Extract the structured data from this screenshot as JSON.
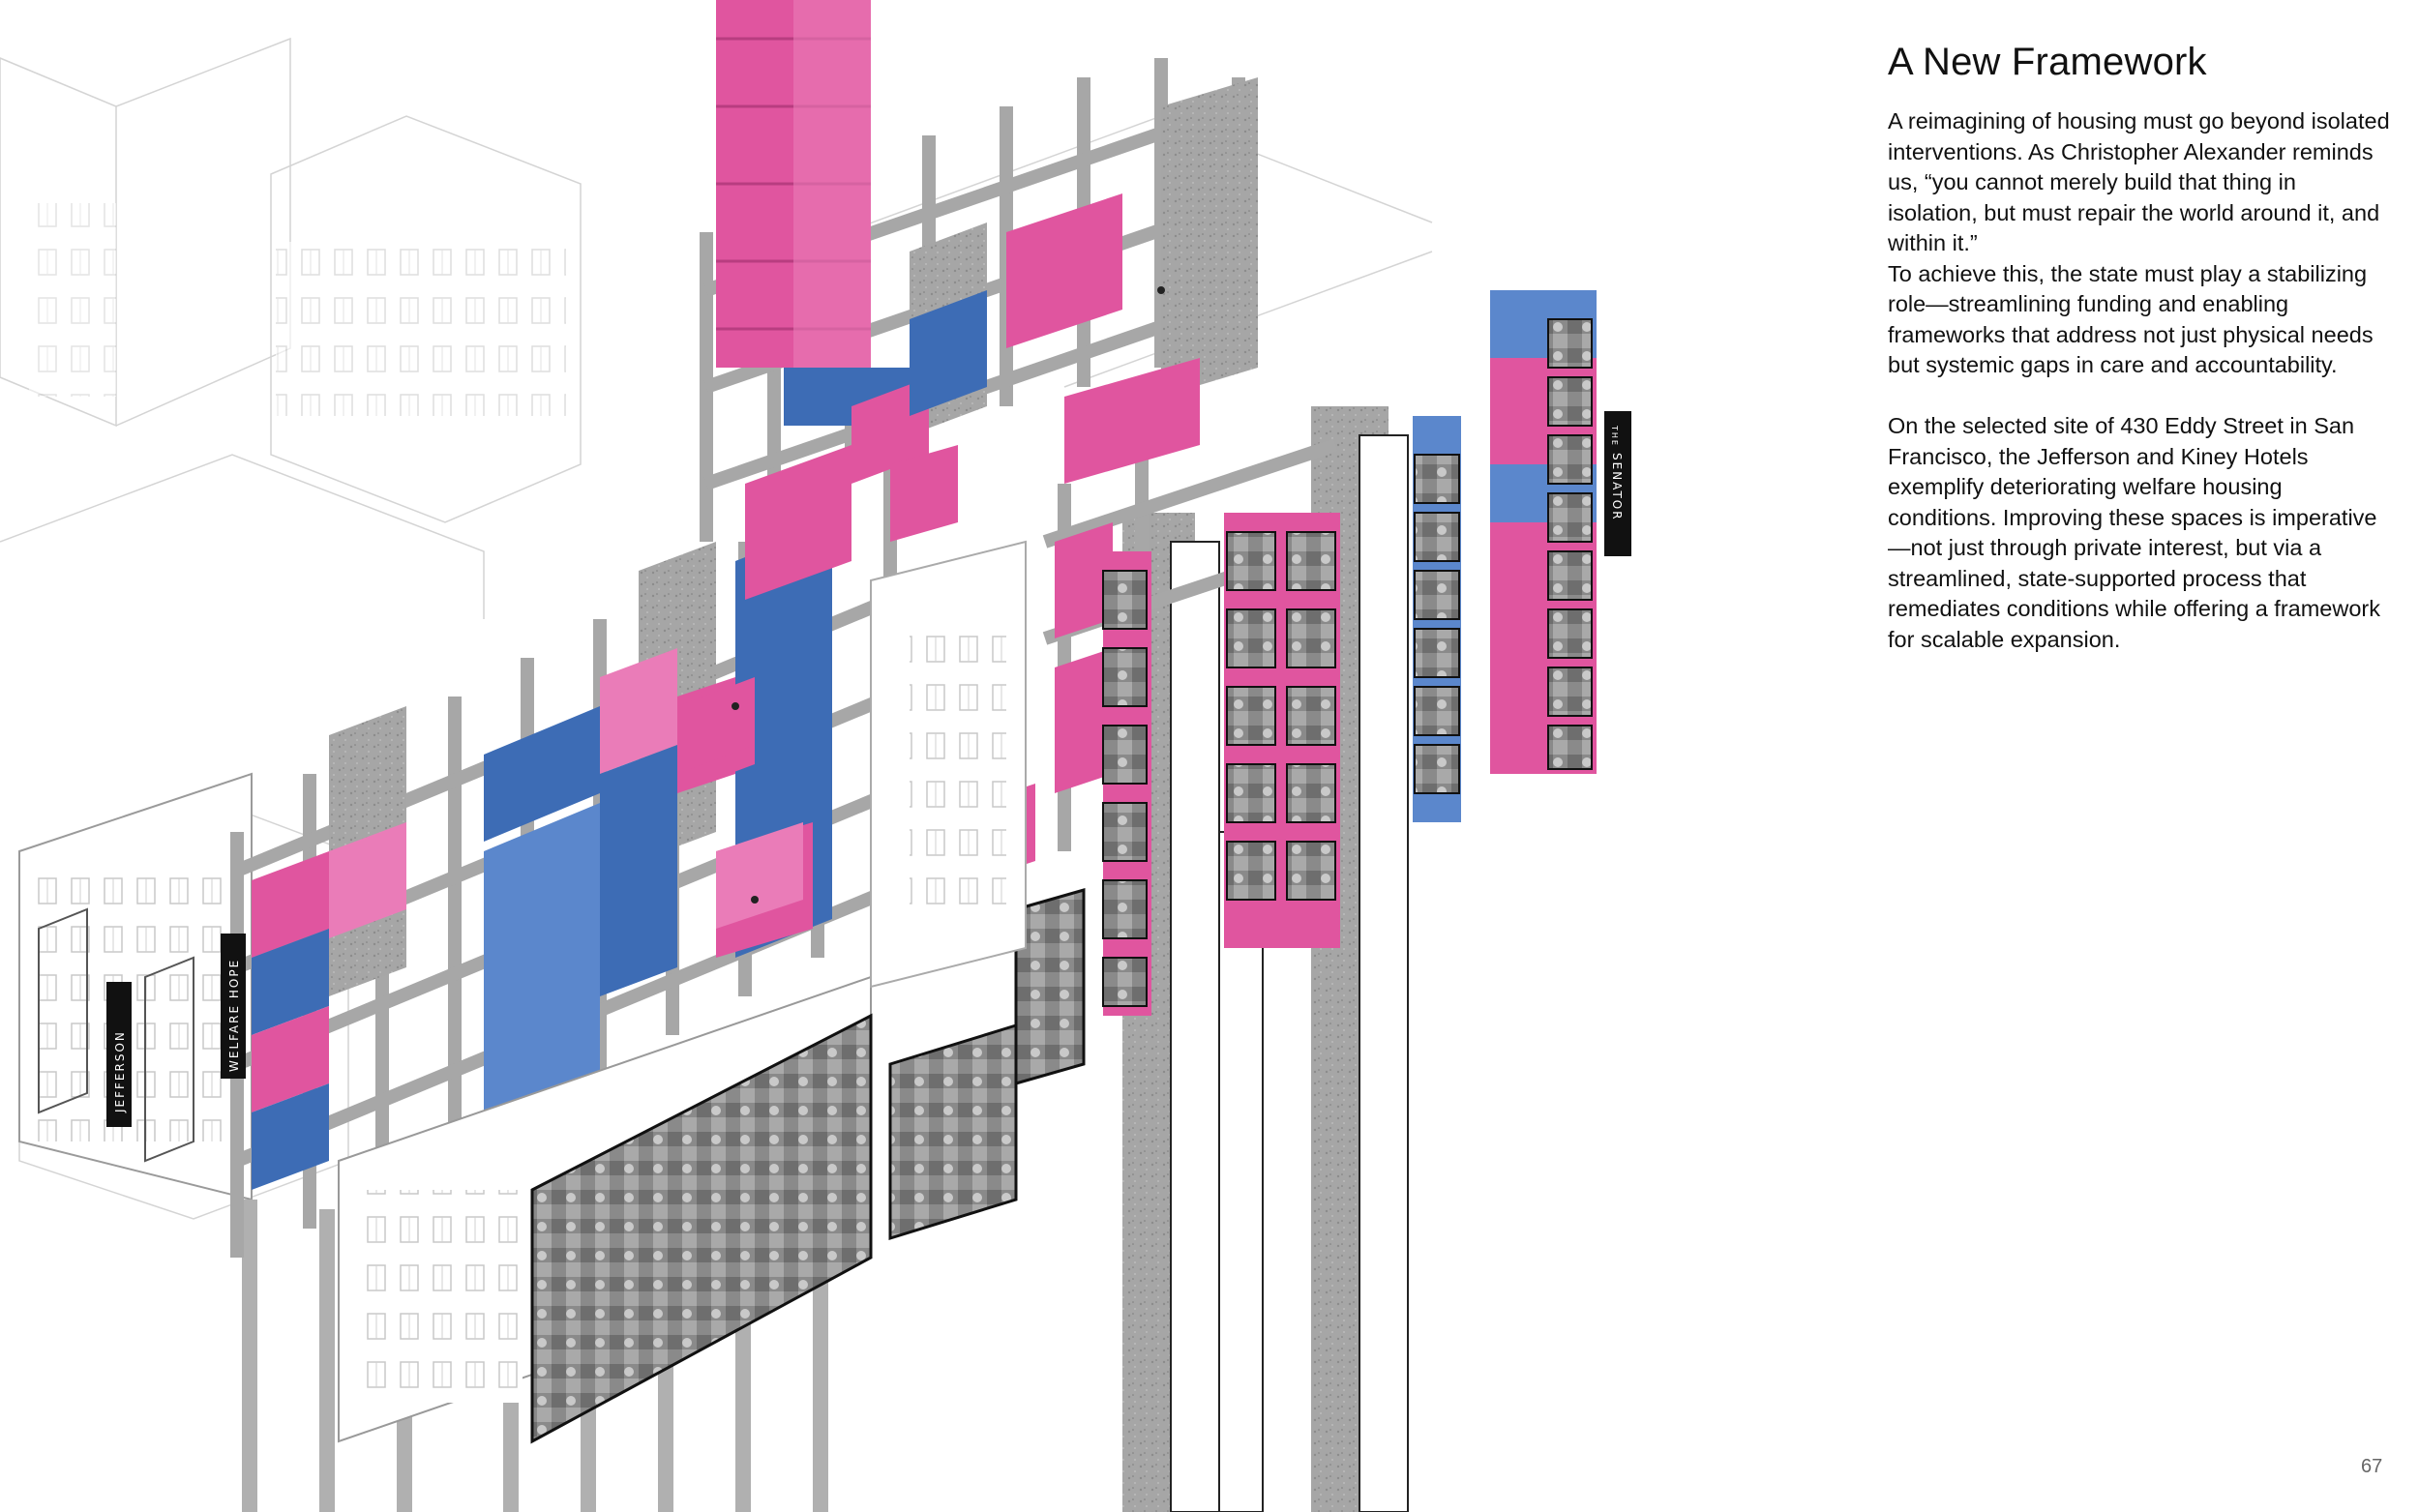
{
  "text_panel": {
    "title": "A New Framework",
    "paragraph_1": "A reimagining of housing must go beyond isolated interventions. As Christopher Alexander reminds us, “you cannot merely build that thing in isolation, but must repair the world around it, and within it.”",
    "paragraph_2": " To achieve this, the state must play a stabilizing role—streamlining funding and enabling frameworks that address not just physical needs but systemic gaps in care and accountability.",
    "paragraph_3": " On the selected site of 430 Eddy Street in San Francisco, the Jefferson and Kiney Hotels exemplify deteriorating welfare housing conditions. Improving these spaces is imperative—not just through private interest, but via a streamlined, state-supported process that remediates conditions while offering a framework for scalable expansion."
  },
  "illustration": {
    "signs": {
      "welfare_hope": "WELFARE HOPE",
      "jefferson": "JEFFERSON",
      "senator": "SENATOR",
      "senator_prefix": "THE"
    },
    "colors": {
      "pink": "#e0559f",
      "pink_light": "#ea7cb8",
      "blue": "#3d6cb5",
      "blue_light": "#5b87cc",
      "concrete": "#9e9e9e",
      "concrete_light": "#c7c7c7",
      "line": "#b5b5b5"
    }
  },
  "page_number": "67"
}
